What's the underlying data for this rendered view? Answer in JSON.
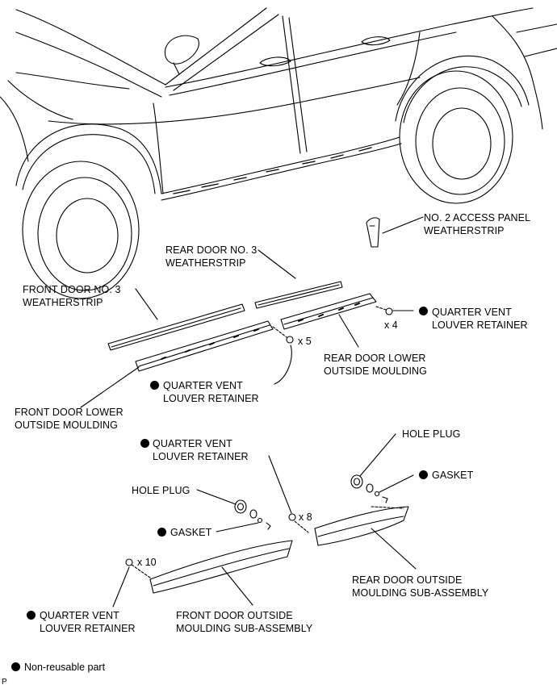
{
  "labels": {
    "no2_access_panel_weatherstrip": [
      "NO. 2 ACCESS PANEL",
      "WEATHERSTRIP"
    ],
    "rear_door_no3_weatherstrip": [
      "REAR DOOR NO. 3",
      "WEATHERSTRIP"
    ],
    "front_door_no3_weatherstrip": [
      "FRONT DOOR NO. 3",
      "WEATHERSTRIP"
    ],
    "qvlr_top_right": [
      "QUARTER VENT",
      "LOUVER RETAINER"
    ],
    "rear_door_lower_outside_moulding": [
      "REAR DOOR LOWER",
      "OUTSIDE MOULDING"
    ],
    "qvlr_mid": [
      "QUARTER VENT",
      "LOUVER RETAINER"
    ],
    "front_door_lower_outside_moulding": [
      "FRONT DOOR LOWER",
      "OUTSIDE MOULDING"
    ],
    "qvlr_lower_mid": [
      "QUARTER VENT",
      "LOUVER RETAINER"
    ],
    "hole_plug_right": "HOLE PLUG",
    "gasket_right": "GASKET",
    "hole_plug_left": "HOLE PLUG",
    "gasket_left": "GASKET",
    "rear_door_outside_moulding_sub_assembly": [
      "REAR DOOR OUTSIDE",
      "MOULDING SUB-ASSEMBLY"
    ],
    "qvlr_bottom_left": [
      "QUARTER VENT",
      "LOUVER RETAINER"
    ],
    "front_door_outside_moulding_sub_assembly": [
      "FRONT DOOR OUTSIDE",
      "MOULDING SUB-ASSEMBLY"
    ]
  },
  "quantities": {
    "x4": "x 4",
    "x5": "x 5",
    "x8": "x 8",
    "x10": "x 10"
  },
  "legend": {
    "text": "Non-reusable part",
    "marker": "non-reusable-dot"
  },
  "figure_code": "P"
}
